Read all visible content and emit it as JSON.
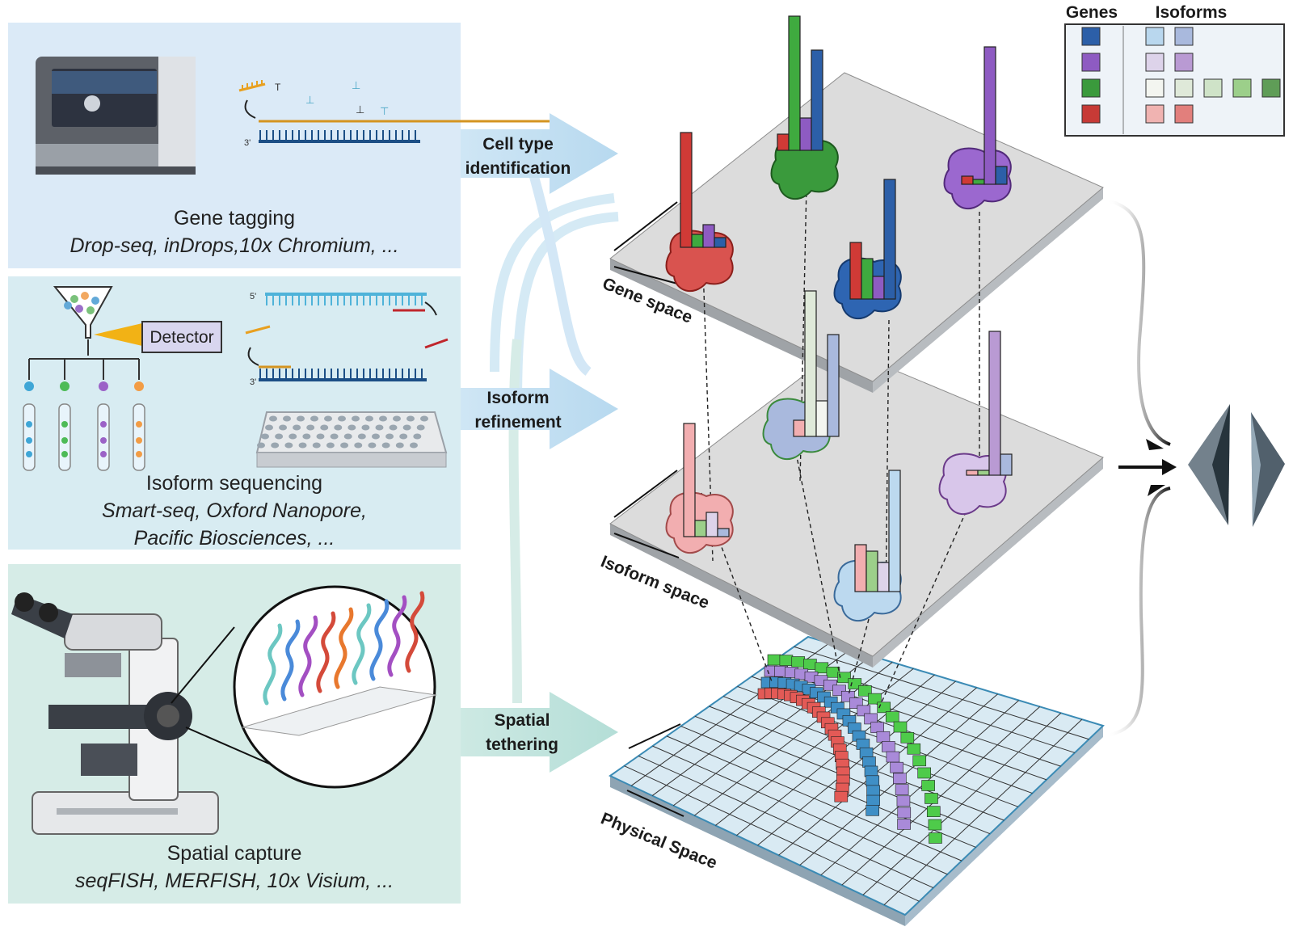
{
  "panels": [
    {
      "title": "Gene tagging",
      "subtitle": "Drop-seq, inDrops,10x Chromium, ..."
    },
    {
      "title": "Isoform sequencing",
      "subtitle_line1": "Smart-seq, Oxford Nanopore,",
      "subtitle_line2": "Pacific Biosciences, ..."
    },
    {
      "title": "Spatial capture",
      "subtitle": "seqFISH, MERFISH, 10x Visium, ..."
    }
  ],
  "detector_label": "Detector",
  "strand_labels": {
    "five_prime": "5'",
    "three_prime": "3'"
  },
  "flows": [
    {
      "line1": "Cell type",
      "line2": "identification"
    },
    {
      "line1": "Isoform",
      "line2": "refinement"
    },
    {
      "line1": "Spatial",
      "line2": "tethering"
    }
  ],
  "planes": [
    "Gene space",
    "Isoform space",
    "Physical Space"
  ],
  "legend": {
    "genes_header": "Genes",
    "isoforms_header": "Isoforms",
    "gene_colors": [
      "#2c5fa8",
      "#8e5bc2",
      "#3a9a3c",
      "#c73a36"
    ],
    "isoform_colors": [
      [
        "#b9d7ee",
        "#a9b9dd"
      ],
      [
        "#ddd3ea",
        "#b99ad3"
      ],
      [
        "#f3f5f0",
        "#dfe9d9",
        "#cfe3c8",
        "#9ccf8a",
        "#5f9d57"
      ],
      [
        "#f0b3b1",
        "#e27f7c"
      ]
    ]
  },
  "colors": {
    "panel1_bg": "#dbeaf7",
    "panel2_bg": "#d8ecf2",
    "panel3_bg": "#d6ece7",
    "plane": "#d9d9d9",
    "grid_bg": "#d5e8f2"
  }
}
